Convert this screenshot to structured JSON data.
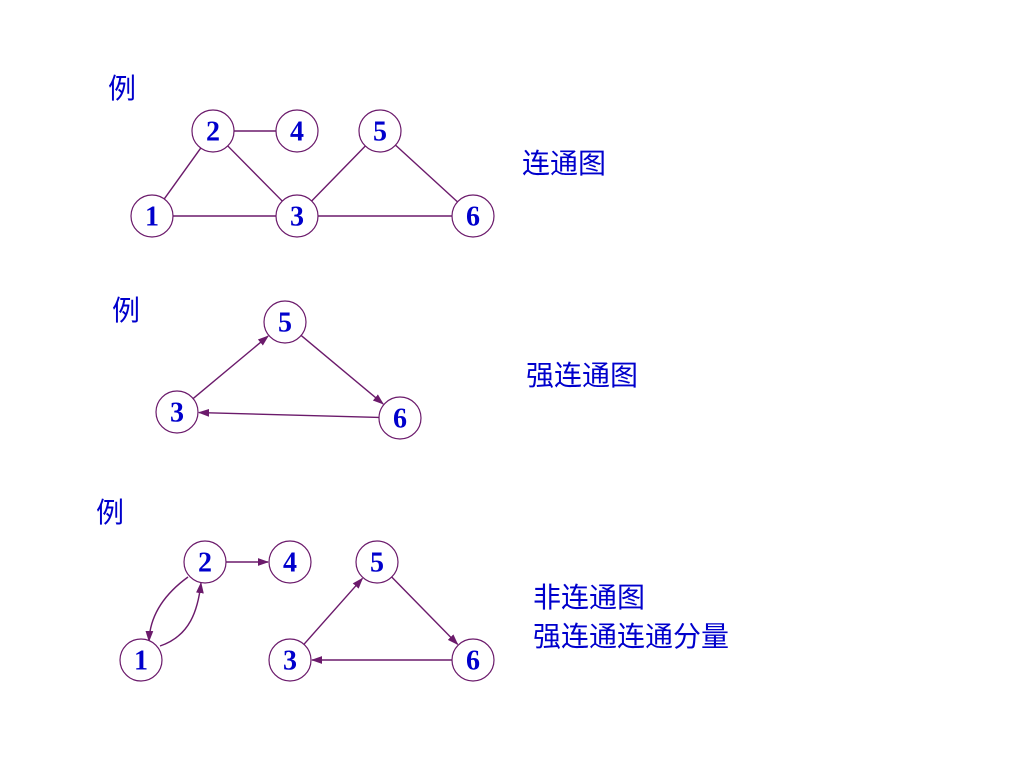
{
  "colors": {
    "text": "#0000cc",
    "edge": "#6b1a6b",
    "node_fill": "#ffffff",
    "node_stroke": "#6b1a6b"
  },
  "examples": [
    {
      "prefix": "例",
      "caption_lines": [
        "连通图"
      ],
      "directed": false,
      "nodes": [
        "1",
        "2",
        "3",
        "4",
        "5",
        "6"
      ],
      "edges": [
        [
          "2",
          "4"
        ],
        [
          "1",
          "2"
        ],
        [
          "2",
          "3"
        ],
        [
          "1",
          "3"
        ],
        [
          "3",
          "6"
        ],
        [
          "3",
          "5"
        ],
        [
          "5",
          "6"
        ]
      ]
    },
    {
      "prefix": "例",
      "caption_lines": [
        "强连通图"
      ],
      "directed": true,
      "nodes": [
        "3",
        "5",
        "6"
      ],
      "edges": [
        [
          "3",
          "5"
        ],
        [
          "5",
          "6"
        ],
        [
          "6",
          "3"
        ]
      ]
    },
    {
      "prefix": "例",
      "caption_lines": [
        "非连通图",
        "强连通连通分量"
      ],
      "directed": true,
      "nodes": [
        "1",
        "2",
        "3",
        "4",
        "5",
        "6"
      ],
      "edges": [
        [
          "2",
          "4"
        ],
        [
          "2",
          "1"
        ],
        [
          "1",
          "2"
        ],
        [
          "3",
          "5"
        ],
        [
          "5",
          "6"
        ],
        [
          "6",
          "3"
        ]
      ]
    }
  ]
}
